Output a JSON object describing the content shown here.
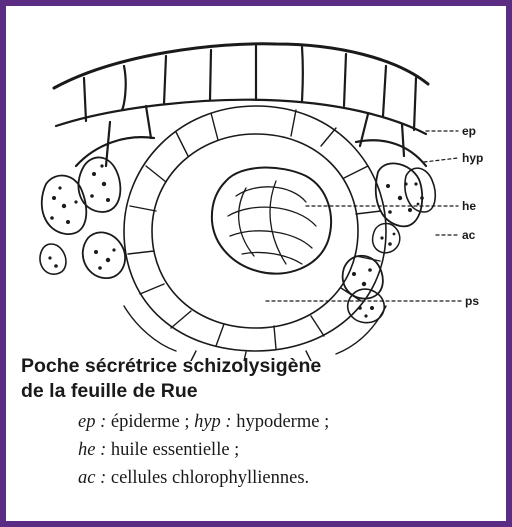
{
  "figure": {
    "labels": {
      "ep": "ep",
      "hyp": "hyp",
      "he": "he",
      "ac": "ac",
      "ps": "ps"
    }
  },
  "caption": {
    "title_line1": "Poche sécrétrice schizolysigène",
    "title_line2": "de la feuille de Rue"
  },
  "legend": {
    "ep_abbr": "ep :",
    "ep_text": " épiderme ; ",
    "hyp_abbr": "hyp :",
    "hyp_text": " hypoderme ;",
    "he_abbr": "he :",
    "he_text": " huile essentielle ;",
    "ac_abbr": "ac :",
    "ac_text": " cellules chlorophylliennes."
  },
  "colors": {
    "frame": "#5b2c83",
    "ink": "#1a1a1a"
  }
}
